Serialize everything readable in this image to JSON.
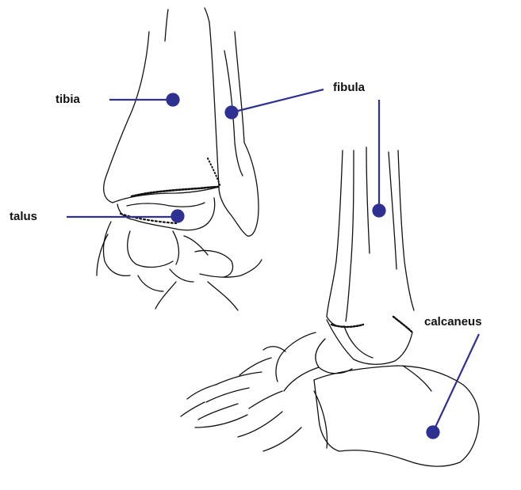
{
  "colors": {
    "leader": "#2e3192",
    "outline": "#111111",
    "background": "#ffffff"
  },
  "labels": {
    "tibia": "tibia",
    "fibula": "fibula",
    "talus": "talus",
    "calcaneus": "calcaneus"
  }
}
